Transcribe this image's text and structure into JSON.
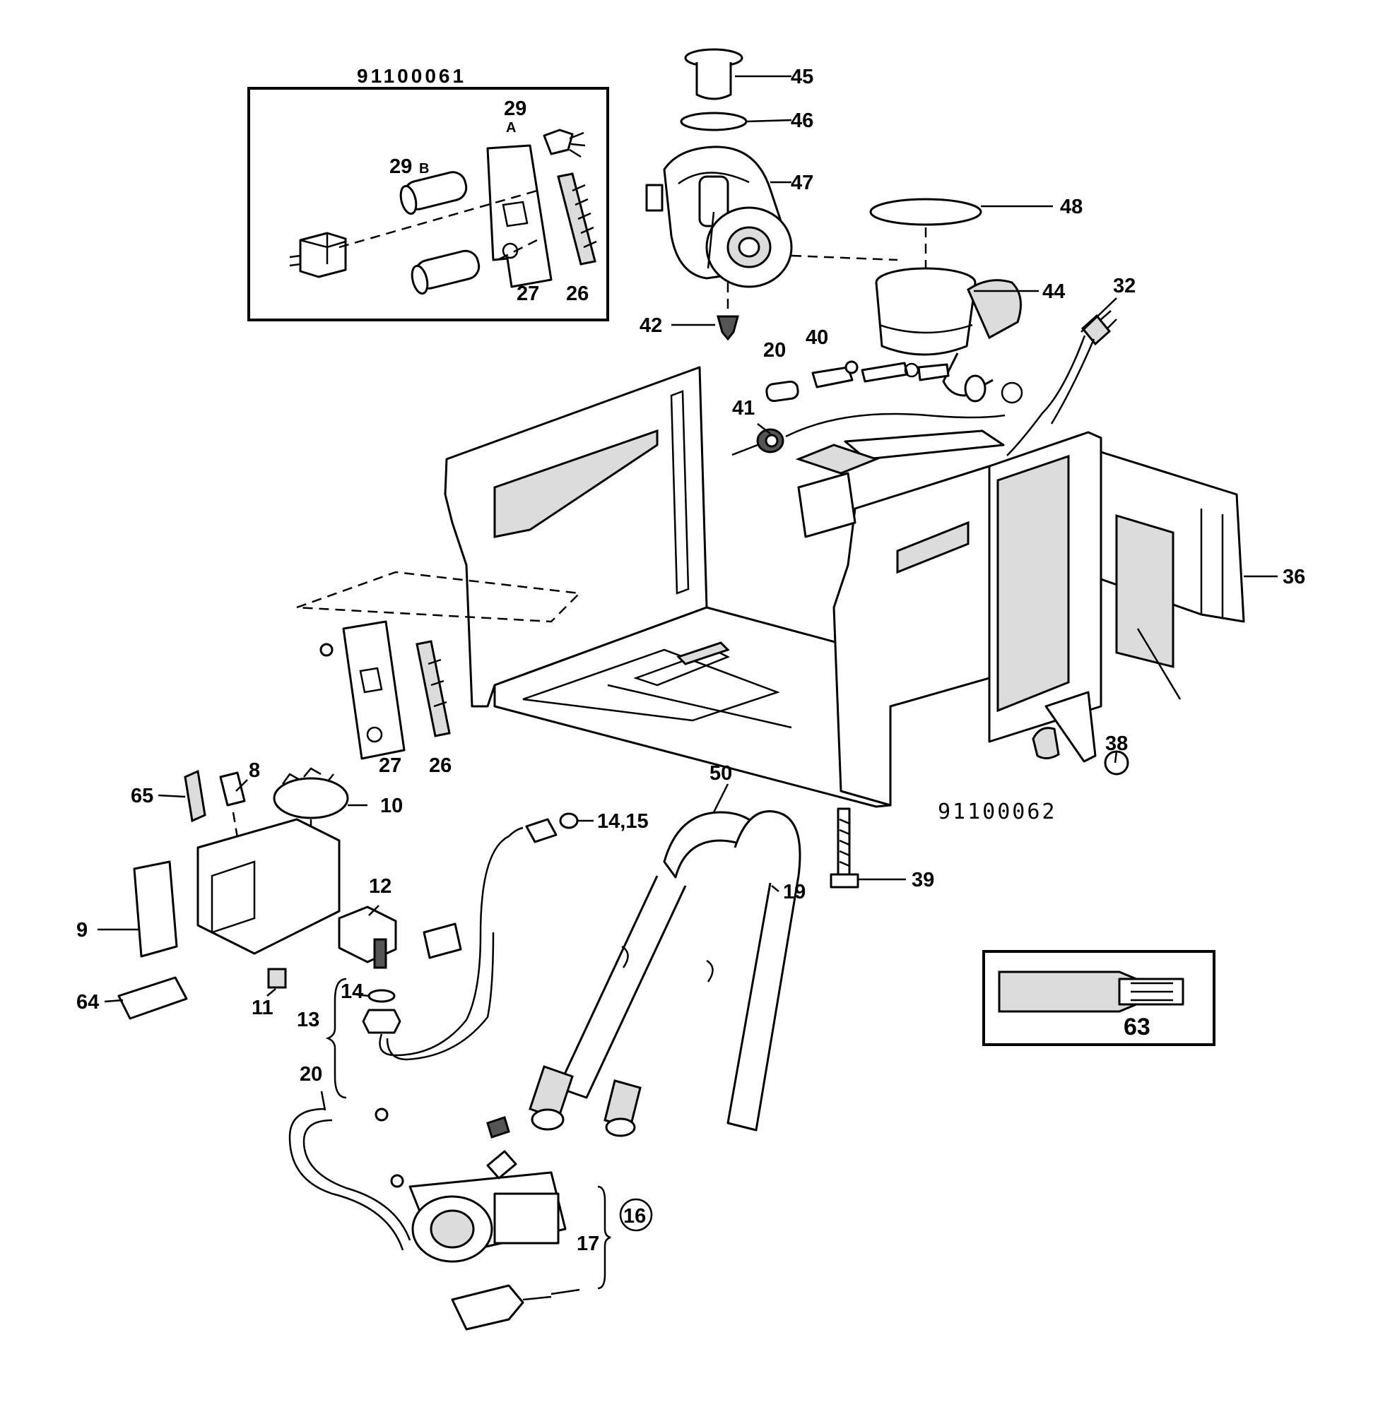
{
  "diagram": {
    "kits": {
      "controls_kit_code": "91100061",
      "frame_kit_code": "91100062"
    },
    "labels": {
      "p45": "45",
      "p46": "46",
      "p47": "47",
      "p48": "48",
      "p44": "44",
      "p32": "32",
      "p42": "42",
      "p20a": "20",
      "p40": "40",
      "p41": "41",
      "p36": "36",
      "p38": "38",
      "p39": "39",
      "p29a": "29",
      "p29a_sub": "A",
      "p29b": "29",
      "p29b_sub": "B",
      "p27a": "27",
      "p26a": "26",
      "p27b": "27",
      "p26b": "26",
      "p8": "8",
      "p65": "65",
      "p10": "10",
      "p50": "50",
      "p14_15": "14,15",
      "p19": "19",
      "p12": "12",
      "p9": "9",
      "p64": "64",
      "p11": "11",
      "p14": "14",
      "p13": "13",
      "p20b": "20",
      "p16": "16",
      "p17": "17",
      "p63": "63"
    }
  }
}
